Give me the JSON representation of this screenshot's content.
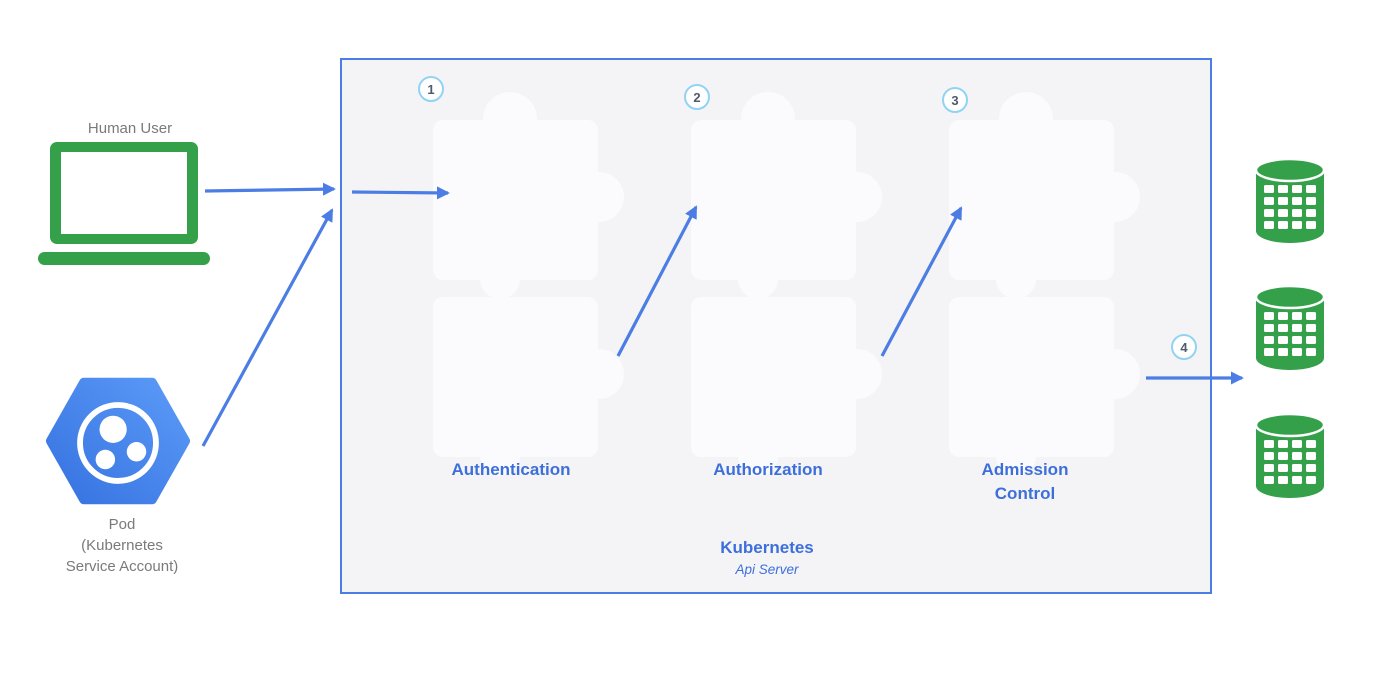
{
  "diagram": {
    "human_user": {
      "label": "Human User"
    },
    "pod": {
      "lines": [
        "Pod",
        "(Kubernetes",
        "Service Account)"
      ]
    },
    "api_server": {
      "title": "Kubernetes",
      "subtitle": "Api Server",
      "stages": [
        {
          "number": "1",
          "label_lines": [
            "Authentication"
          ]
        },
        {
          "number": "2",
          "label_lines": [
            "Authorization"
          ]
        },
        {
          "number": "3",
          "label_lines": [
            "Admission",
            "Control"
          ]
        }
      ]
    },
    "flow": {
      "output_step_number": "4"
    },
    "storage": {
      "database_count": 3,
      "icon": "database-icon"
    },
    "icons": {
      "human_user": "laptop-icon",
      "pod": "pod-hexagon-icon",
      "stage": "puzzle-piece-icon"
    },
    "colors": {
      "accent_blue": "#4b7de4",
      "label_blue": "#3d6fdb",
      "green": "#34a04a",
      "badge_ring_blue": "#92d3f3",
      "gray_text": "#7a7a7a",
      "box_background": "#f4f4f6",
      "puzzle_fill": "#fbfbfd",
      "pod_gradient_dark": "#3672e0",
      "pod_gradient_light": "#5b9bf8"
    }
  }
}
